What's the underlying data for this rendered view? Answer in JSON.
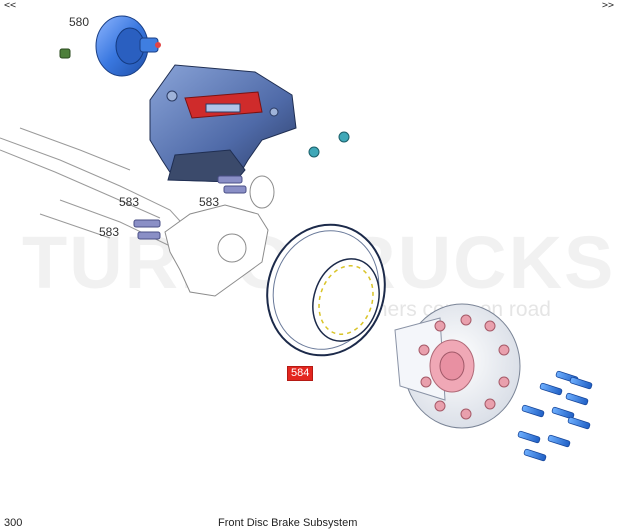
{
  "nav": {
    "prev": "<<",
    "next": ">>"
  },
  "watermark": {
    "brand": "TURBOTRUCKS",
    "tagline": "Where partners come on road"
  },
  "callouts": {
    "c580": "580",
    "c583a": "583",
    "c583b": "583",
    "c583c": "583",
    "c584": "584"
  },
  "footer": {
    "code": "300",
    "title": "Front Disc Brake Subsystem"
  },
  "colors": {
    "part_blue": "#4a78c8",
    "caliper_dark": "#3b4a6b",
    "bolt_blue": "#2f7fe0",
    "hub_pink": "#f2b8c0",
    "highlight": "#e3261f"
  }
}
